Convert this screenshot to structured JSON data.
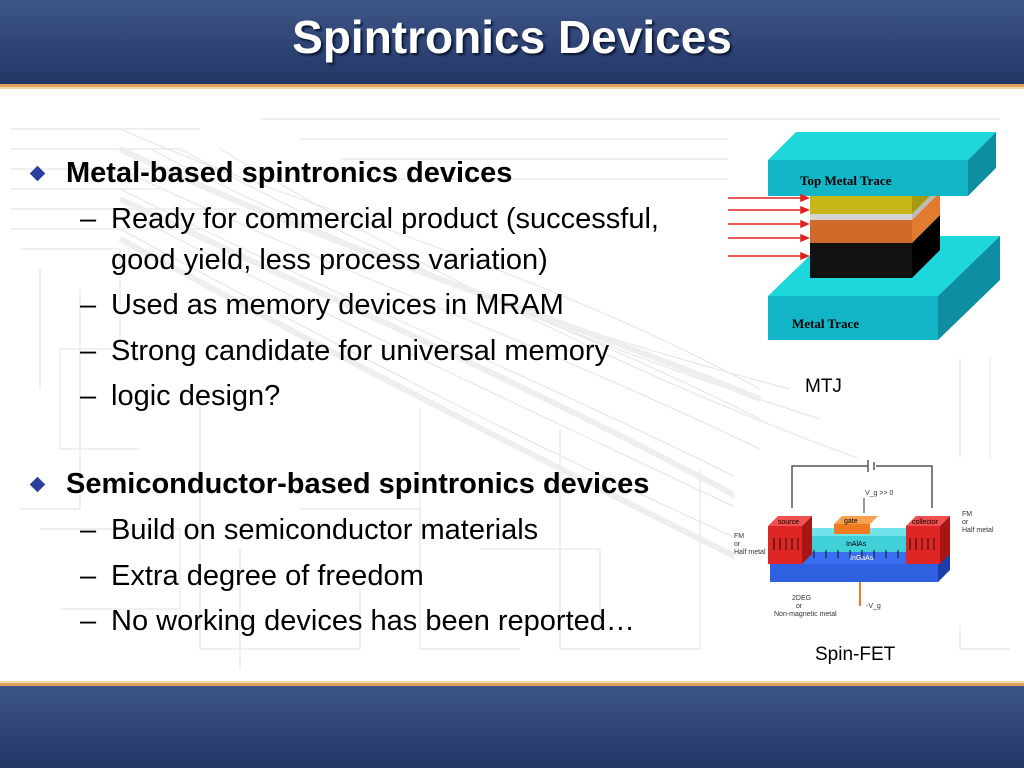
{
  "slide": {
    "title": "Spintronics Devices",
    "accent_color": "#2c4273",
    "rule_color": "#e0a25a",
    "bullet_color": "#2b3f9c"
  },
  "sections": [
    {
      "heading": "Metal-based spintronics devices",
      "items": [
        "Ready for commercial product (successful,",
        "good yield, less process variation)",
        "Used as memory devices in MRAM",
        "Strong candidate for universal memory",
        "logic design?"
      ]
    },
    {
      "heading": "Semiconductor-based spintronics devices",
      "items": [
        "Build on semiconductor materials",
        "Extra degree of freedom",
        "No working devices has been reported…"
      ]
    }
  ],
  "figures": {
    "mtj": {
      "caption": "MTJ",
      "top_label": "Top Metal Trace",
      "bottom_label": "Metal Trace"
    },
    "spin_fet": {
      "caption": "Spin-FET",
      "labels": {
        "source": "source",
        "gate": "gate",
        "collector": "collector",
        "barrier": "InAlAs",
        "channel": "InGaAs",
        "left_note_1": "FM",
        "left_note_2": "or",
        "left_note_3": "Half metal",
        "right_note_1": "FM",
        "right_note_2": "or",
        "right_note_3": "Half metal",
        "bias_top": "V_g >> 0",
        "bias_bottom": "-V_g",
        "bottom_note_1": "2DEG",
        "bottom_note_2": "or",
        "bottom_note_3": "Non-magnetic metal"
      }
    }
  }
}
